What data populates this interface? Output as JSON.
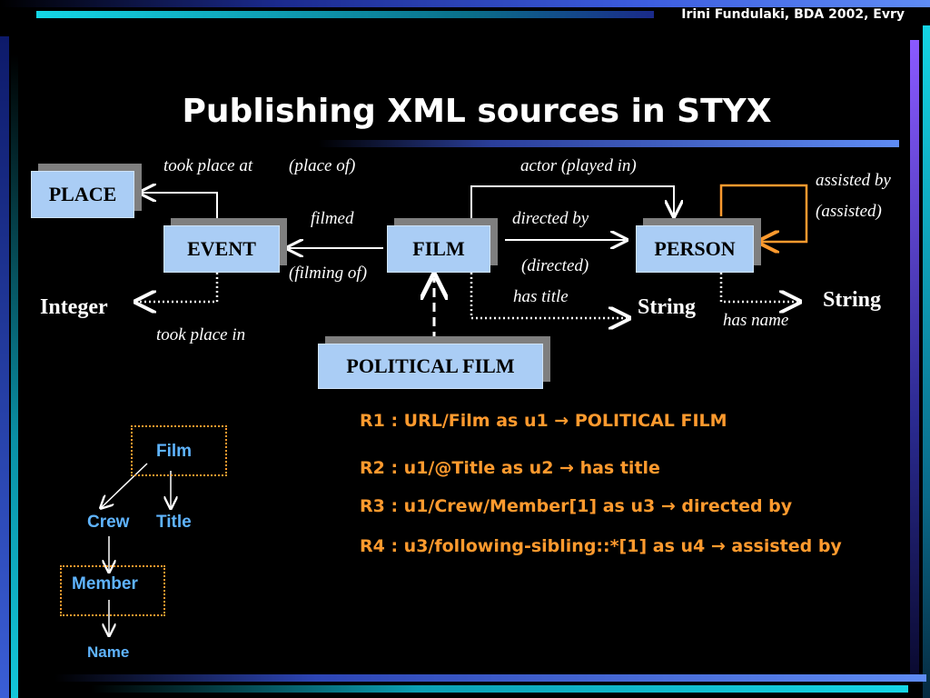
{
  "header": {
    "credit": "Irini Fundulaki, BDA 2002, Evry"
  },
  "title": "Publishing XML sources in STYX",
  "diagram": {
    "nodes": {
      "place": "PLACE",
      "event": "EVENT",
      "film": "FILM",
      "person": "PERSON",
      "political_film": "POLITICAL FILM"
    },
    "types": {
      "integer": "Integer",
      "string_title": "String",
      "string_name": "String"
    },
    "edge_labels": {
      "took_place_at": "took place at",
      "place_of": "(place of)",
      "filmed": "filmed",
      "filming_of": "(filming of)",
      "actor_played_in": "actor  (played in)",
      "directed_by": "directed by",
      "directed": "(directed)",
      "assisted_by": "assisted by",
      "assisted": "(assisted)",
      "has_title": "has title",
      "has_name": "has name",
      "took_place_in": "took place in"
    }
  },
  "rules": [
    {
      "id": "R1",
      "text": "R1 : URL/Film as u1 → POLITICAL FILM"
    },
    {
      "id": "R2",
      "text": "R2 : u1/@Title as u2 → has title"
    },
    {
      "id": "R3",
      "text": "R3 : u1/Crew/Member[1] as u3 → directed by"
    },
    {
      "id": "R4",
      "text": "R4 : u3/following-sibling::*[1] as u4 → assisted by"
    }
  ],
  "tree": {
    "film": "Film",
    "crew": "Crew",
    "title": "Title",
    "member": "Member",
    "name": "Name"
  },
  "colors": {
    "box_fill": "#aacdf5",
    "rule_text": "#ff9a2e",
    "tree_text": "#5fb4ff",
    "accent_blue": "#3a5fd9",
    "accent_cyan": "#00b5c8"
  }
}
